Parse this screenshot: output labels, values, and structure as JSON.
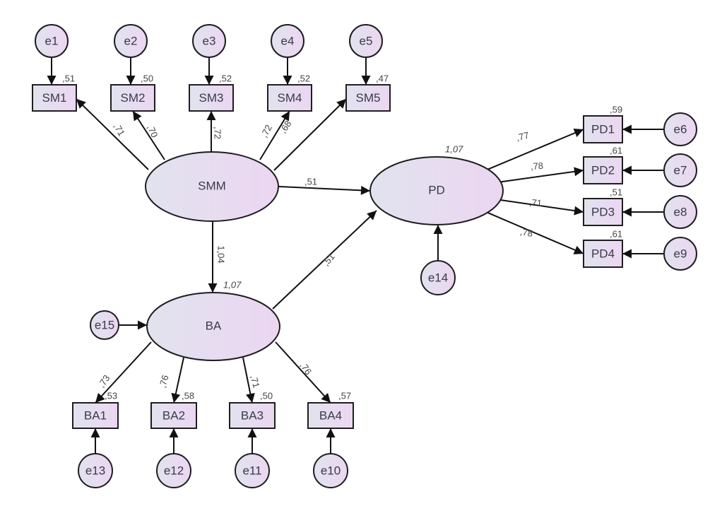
{
  "colors": {
    "fill_left": "#e1e3ee",
    "fill_right": "#ecd6f2",
    "stroke": "#1e1e1e",
    "text": "#3a3a4a",
    "label": "#444444"
  },
  "latents": [
    {
      "id": "SMM",
      "label": "SMM",
      "variance": null
    },
    {
      "id": "BA",
      "label": "BA",
      "variance": "1,07"
    },
    {
      "id": "PD",
      "label": "PD",
      "variance": "1,07"
    }
  ],
  "indicators": [
    {
      "id": "SM1",
      "label": "SM1",
      "r2": ",51",
      "loading": ",71",
      "factor": "SMM",
      "error": "e1"
    },
    {
      "id": "SM2",
      "label": "SM2",
      "r2": ",50",
      "loading": ",70",
      "factor": "SMM",
      "error": "e2"
    },
    {
      "id": "SM3",
      "label": "SM3",
      "r2": ",52",
      "loading": ",72",
      "factor": "SMM",
      "error": "e3"
    },
    {
      "id": "SM4",
      "label": "SM4",
      "r2": ",52",
      "loading": ",72",
      "factor": "SMM",
      "error": "e4"
    },
    {
      "id": "SM5",
      "label": "SM5",
      "r2": ",47",
      "loading": ",68",
      "factor": "SMM",
      "error": "e5"
    },
    {
      "id": "PD1",
      "label": "PD1",
      "r2": ",59",
      "loading": ",77",
      "factor": "PD",
      "error": "e6"
    },
    {
      "id": "PD2",
      "label": "PD2",
      "r2": ",61",
      "loading": ",78",
      "factor": "PD",
      "error": "e7"
    },
    {
      "id": "PD3",
      "label": "PD3",
      "r2": ",51",
      "loading": ",71",
      "factor": "PD",
      "error": "e8"
    },
    {
      "id": "PD4",
      "label": "PD4",
      "r2": ",61",
      "loading": ",78",
      "factor": "PD",
      "error": "e9"
    },
    {
      "id": "BA1",
      "label": "BA1",
      "r2": ",53",
      "loading": ",73",
      "factor": "BA",
      "error": "e13"
    },
    {
      "id": "BA2",
      "label": "BA2",
      "r2": ",58",
      "loading": ",76",
      "factor": "BA",
      "error": "e12"
    },
    {
      "id": "BA3",
      "label": "BA3",
      "r2": ",50",
      "loading": ",71",
      "factor": "BA",
      "error": "e11"
    },
    {
      "id": "BA4",
      "label": "BA4",
      "r2": ",57",
      "loading": ",76",
      "factor": "BA",
      "error": "e10"
    }
  ],
  "errors": [
    "e1",
    "e2",
    "e3",
    "e4",
    "e5",
    "e6",
    "e7",
    "e8",
    "e9",
    "e10",
    "e11",
    "e12",
    "e13",
    "e14",
    "e15"
  ],
  "structural_paths": [
    {
      "from": "SMM",
      "to": "PD",
      "coef": ",51"
    },
    {
      "from": "SMM",
      "to": "BA",
      "coef": "1,04"
    },
    {
      "from": "BA",
      "to": "PD",
      "coef": ",51"
    },
    {
      "from": "e14",
      "to": "PD",
      "coef": null
    },
    {
      "from": "e15",
      "to": "BA",
      "coef": null
    }
  ]
}
